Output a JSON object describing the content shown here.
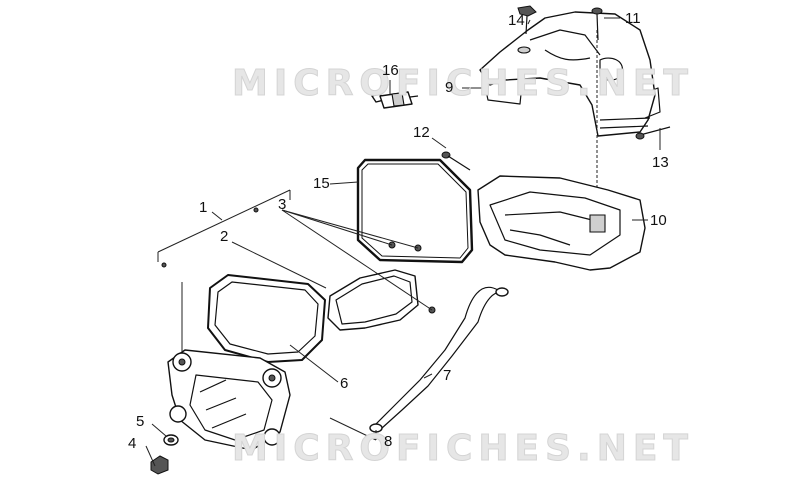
{
  "watermarks": [
    "MICROFICHES.NET",
    "MICROFICHES.NET"
  ],
  "callouts": [
    "1",
    "2",
    "3",
    "4",
    "5",
    "6",
    "7",
    "8",
    "9",
    "10",
    "11",
    "12",
    "13",
    "14",
    "15",
    "16"
  ]
}
